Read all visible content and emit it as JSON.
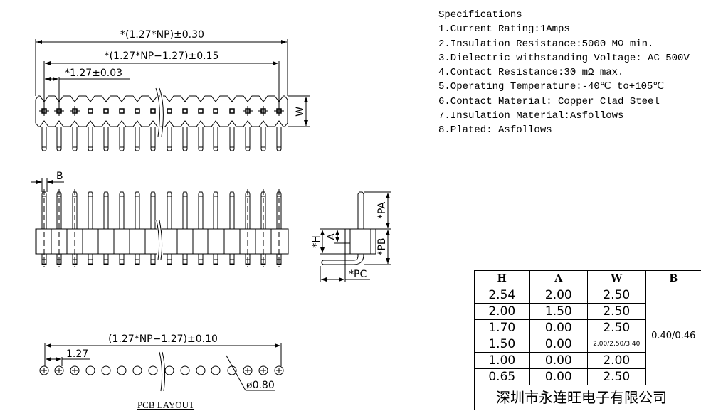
{
  "top_view": {
    "dim_total": "*(1.27*NP)±0.30",
    "dim_span": "*(1.27*NP−1.27)±0.15",
    "dim_pitch": "*1.27±0.03",
    "dim_w": "W"
  },
  "front_view": {
    "dim_b": "B"
  },
  "side_view": {
    "dim_pa": "*PA",
    "dim_pb": "*PB",
    "dim_h": "*H",
    "dim_a": "A",
    "dim_pc": "*PC"
  },
  "pcb_layout": {
    "dim_span": "(1.27*NP−1.27)±0.10",
    "dim_pitch": "1.27",
    "dim_hole": "ø0.80",
    "title": "PCB LAYOUT"
  },
  "specifications": {
    "title": "Specifications",
    "items": [
      "1.Current Rating:1Amps",
      "2.Insulation Resistance:5000 MΩ min.",
      "3.Dielectric withstanding Voltage: AC 500V",
      "4.Contact Resistance:30 mΩ max.",
      "5.Operating Temperature:-40℃ to+105℃",
      "6.Contact Material: Copper Clad Steel",
      "7.Insulation Material:Asfollows",
      "8.Plated: Asfollows"
    ]
  },
  "dimension_table": {
    "headers": [
      "H",
      "A",
      "W",
      "B"
    ],
    "rows": [
      [
        "2.54",
        "2.00",
        "2.50"
      ],
      [
        "2.00",
        "1.50",
        "2.50"
      ],
      [
        "1.70",
        "0.00",
        "2.50"
      ],
      [
        "1.50",
        "0.00",
        "2.00/2.50/3.40"
      ],
      [
        "1.00",
        "0.00",
        "2.00"
      ],
      [
        "0.65",
        "0.00",
        "2.50"
      ]
    ],
    "b_value": "0.40/0.46",
    "company": "深圳市永连旺电子有限公司"
  }
}
